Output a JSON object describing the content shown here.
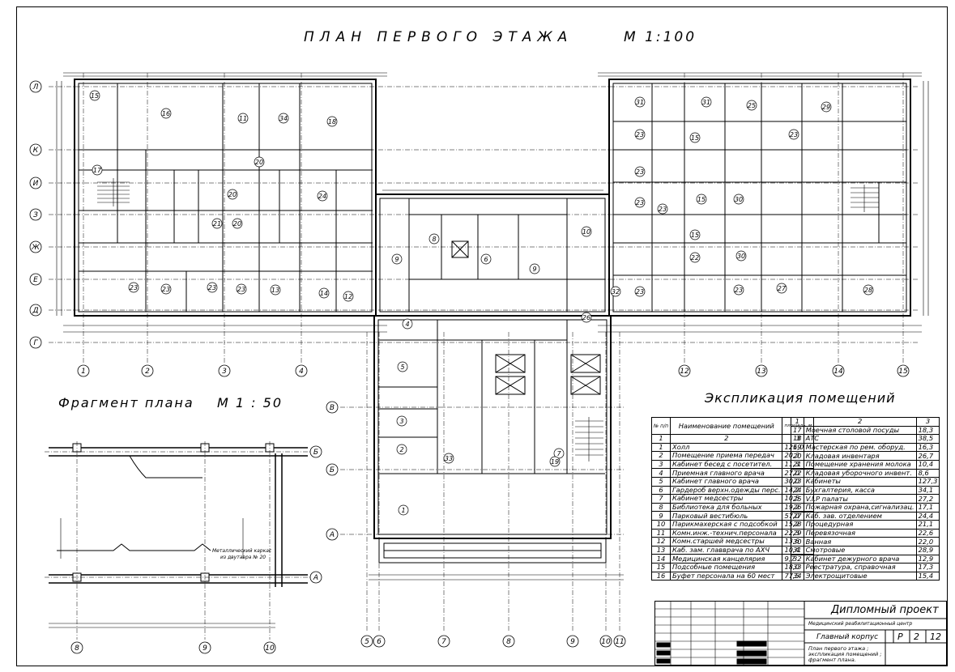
{
  "drawing": {
    "title": "ПЛАН ПЕРВОГО ЭТАЖА",
    "scale": "М 1:100"
  },
  "fragment": {
    "title": "Фрагмент плана",
    "scale": "М 1 : 50",
    "note_line1": "Металлический каркас",
    "note_line2": "из двутавра № 20",
    "axis_labels": [
      "8",
      "9",
      "10"
    ],
    "row_labels": [
      "Б",
      "А"
    ]
  },
  "axes": {
    "left_rows": [
      "Л",
      "К",
      "И",
      "З",
      "Ж",
      "Е",
      "Д",
      "Г"
    ],
    "bottom_left": [
      "1",
      "2",
      "3",
      "4"
    ],
    "bottom_right": [
      "12",
      "13",
      "14",
      "15"
    ],
    "center_rows": [
      "В",
      "Б",
      "А"
    ],
    "center_cols": [
      "5",
      "6",
      "7",
      "8",
      "9",
      "10",
      "11"
    ]
  },
  "explication": {
    "title": "Экспликация помещений",
    "header_no": "№ п/п",
    "header_name": "Наименование помещений",
    "header_area": "площадь, м",
    "header_cols": [
      "1",
      "2",
      "3"
    ],
    "left_rows": [
      {
        "n": "1",
        "name": "Холл",
        "area": "126,0"
      },
      {
        "n": "2",
        "name": "Помещение приема передач",
        "area": "20,3"
      },
      {
        "n": "3",
        "name": "Кабинет бесед с посетител.",
        "area": "11,3"
      },
      {
        "n": "4",
        "name": "Приемная главного врача",
        "area": "27,0"
      },
      {
        "n": "5",
        "name": "Кабинет главного врача",
        "area": "30,0"
      },
      {
        "n": "6",
        "name": "Гардероб верхн.одежды перс.",
        "area": "14,2"
      },
      {
        "n": "7",
        "name": "Кабинет медсестры",
        "area": "10,5"
      },
      {
        "n": "8",
        "name": "Библиотека для больных",
        "area": "19,2"
      },
      {
        "n": "9",
        "name": "Парковый вестибюль",
        "area": "57,0"
      },
      {
        "n": "10",
        "name": "Парикмахерская с подсобкой",
        "area": "15,2"
      },
      {
        "n": "11",
        "name": "Комн.инж.-технич.персонала",
        "area": "22,3"
      },
      {
        "n": "12",
        "name": "Комн.старшей медсестры",
        "area": "13,6"
      },
      {
        "n": "13",
        "name": "Каб. зам. главврача по АХЧ",
        "area": "10,4"
      },
      {
        "n": "14",
        "name": "Медицинская канцелярия",
        "area": "9,7"
      },
      {
        "n": "15",
        "name": "Подсобные помещения",
        "area": "18,0"
      },
      {
        "n": "16",
        "name": "Буфет персонала на 60 мест",
        "area": "77,5"
      }
    ],
    "right_rows": [
      {
        "n": "17",
        "name": "Моечная столовой посуды",
        "area": "18,3"
      },
      {
        "n": "18",
        "name": "АТС",
        "area": "38,5"
      },
      {
        "n": "19",
        "name": "Мастерская по рем. оборуд.",
        "area": "16,3"
      },
      {
        "n": "20",
        "name": "Кладовая инвентаря",
        "area": "26,7"
      },
      {
        "n": "21",
        "name": "Помещение хранения молока",
        "area": "10,4"
      },
      {
        "n": "22",
        "name": "Кладовая уборочного инвент.",
        "area": "8,6"
      },
      {
        "n": "23",
        "name": "Кабинеты",
        "area": "127,3"
      },
      {
        "n": "24",
        "name": "Бухгалтерия, касса",
        "area": "34,1"
      },
      {
        "n": "25",
        "name": "V.I.P палаты",
        "area": "27,2"
      },
      {
        "n": "26",
        "name": "Пожарная охрана,сигнализац.",
        "area": "17,1"
      },
      {
        "n": "27",
        "name": "Каб. зав. отделением",
        "area": "24,4"
      },
      {
        "n": "28",
        "name": "Процедурная",
        "area": "21,1"
      },
      {
        "n": "29",
        "name": "Перевязочная",
        "area": "22,6"
      },
      {
        "n": "30",
        "name": "Ванная",
        "area": "22,0"
      },
      {
        "n": "31",
        "name": "Смотровые",
        "area": "28,9"
      },
      {
        "n": "32",
        "name": "Кабинет дежурного врача",
        "area": "12,9"
      },
      {
        "n": "33",
        "name": "Реестратура, справочная",
        "area": "17,3"
      },
      {
        "n": "34",
        "name": "Электрощитовые",
        "area": "15,4"
      }
    ]
  },
  "stamp": {
    "project": "Дипломный проект",
    "subject": "Медицинский реабилитационный центр",
    "building": "Главный корпус",
    "stage": "Р",
    "sheet": "2",
    "sheets": "12",
    "description": "План первого этажа ; экспликация помещений ; фрагмент плана."
  },
  "room_numbers": {
    "left_wing": [
      "15",
      "16",
      "11",
      "34",
      "18",
      "17",
      "20",
      "20",
      "24",
      "21",
      "20",
      "23",
      "23",
      "23",
      "23",
      "13",
      "14",
      "12"
    ],
    "right_wing": [
      "31",
      "31",
      "25",
      "29",
      "23",
      "15",
      "23",
      "23",
      "23",
      "15",
      "30",
      "23",
      "15",
      "22",
      "30",
      "23",
      "23",
      "27",
      "28"
    ],
    "center": [
      "8",
      "6",
      "9",
      "9",
      "10",
      "4",
      "26",
      "32",
      "5",
      "3",
      "2",
      "33",
      "7",
      "1",
      "19"
    ]
  }
}
